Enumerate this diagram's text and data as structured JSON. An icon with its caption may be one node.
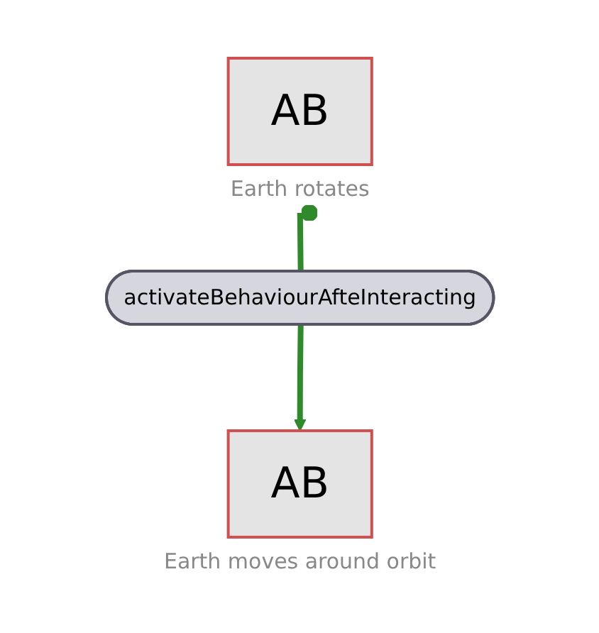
{
  "diagram": {
    "nodes": [
      {
        "text": [
          "AB"
        ],
        "beside": [
          "Earth rotates"
        ]
      },
      {
        "text": [
          "activateBehaviourAfteInteracting"
        ]
      },
      {
        "text": [
          "AB"
        ],
        "beside": [
          "Earth moves around orbit"
        ]
      }
    ],
    "edges": [
      {
        "from": 0,
        "to": 1,
        "arrow": "other"
      },
      {
        "from": 1,
        "to": 2,
        "arrow": "to"
      }
    ]
  }
}
